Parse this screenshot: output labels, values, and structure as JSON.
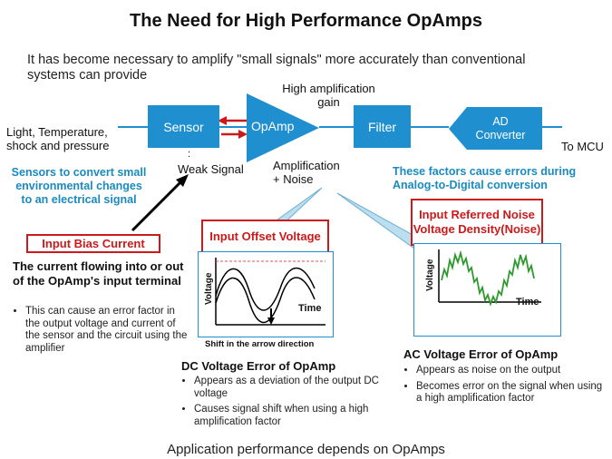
{
  "title": "The Need for High Performance OpAmps",
  "intro": "It has become necessary to amplify \"small signals\" more accurately than conventional systems can provide",
  "chain": {
    "input_label": "Light, Temperature, shock and pressure",
    "sensor": "Sensor",
    "opamp": "OpAmp",
    "filter": "Filter",
    "ad_line1": "AD",
    "ad_line2": "Converter",
    "output_label": "To MCU",
    "high_amp_label": "High amplification gain",
    "weak_signal_colon": ":",
    "weak_signal": "Weak Signal",
    "amplification_noise_line1": "Amplification",
    "amplification_noise_line2": "+ Noise"
  },
  "notes": {
    "sensors_convert": "Sensors to convert small environmental changes to an electrical signal",
    "factors_errors": "These factors cause errors during Analog-to-Digital conversion"
  },
  "input_bias": {
    "label": "Input Bias Current",
    "heading": "The current flowing into or out of the OpAmp's input terminal",
    "bullets": [
      "This can cause an error factor in the output voltage and current of the sensor and the circuit using the amplifier"
    ]
  },
  "offset": {
    "label": "Input Offset Voltage",
    "y_axis": "Voltage",
    "x_axis": "Time",
    "caption": "Shift in the arrow direction",
    "heading": "DC Voltage Error of OpAmp",
    "bullets": [
      "Appears as a deviation of the output DC voltage",
      "Causes signal shift when using a high amplification factor"
    ]
  },
  "noise": {
    "label": "Input Referred Noise Voltage Density(Noise)",
    "y_axis": "Voltage",
    "x_axis": "Time",
    "heading": "AC Voltage Error of OpAmp",
    "bullets": [
      "Appears as noise on the output",
      "Becomes error on the signal when using a high amplification factor"
    ]
  },
  "footer": "Application performance depends on OpAmps",
  "colors": {
    "block_blue": "#1f8fcf",
    "accent_red": "#cc1a1a",
    "note_blue": "#1a8ac0",
    "noise_green": "#2e9a2e"
  }
}
